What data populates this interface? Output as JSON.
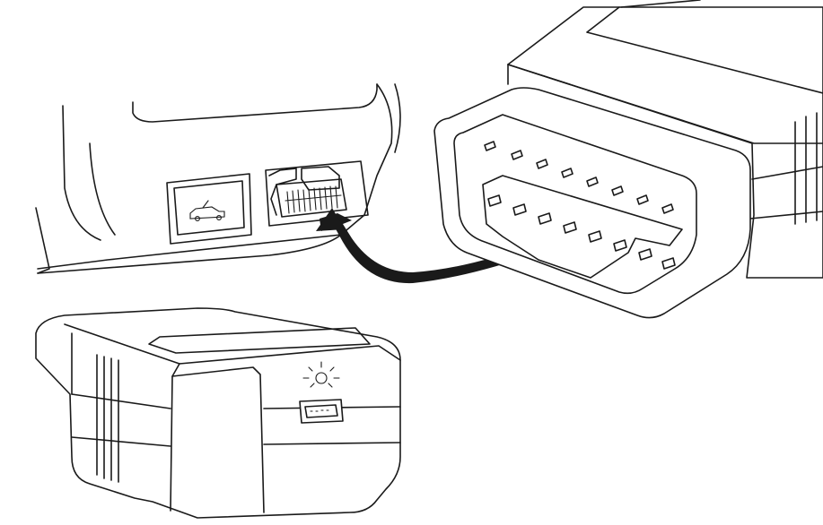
{
  "figure": {
    "description_icons": [
      "car-dashboard-panel",
      "obd-port",
      "obd-adapter-plug",
      "obd-dongle",
      "insert-arrow",
      "status-led-icon",
      "usb-port"
    ],
    "colors": {
      "line": "#1a1a1a",
      "background": "#ffffff",
      "arrow": "#1a1a1a"
    }
  }
}
